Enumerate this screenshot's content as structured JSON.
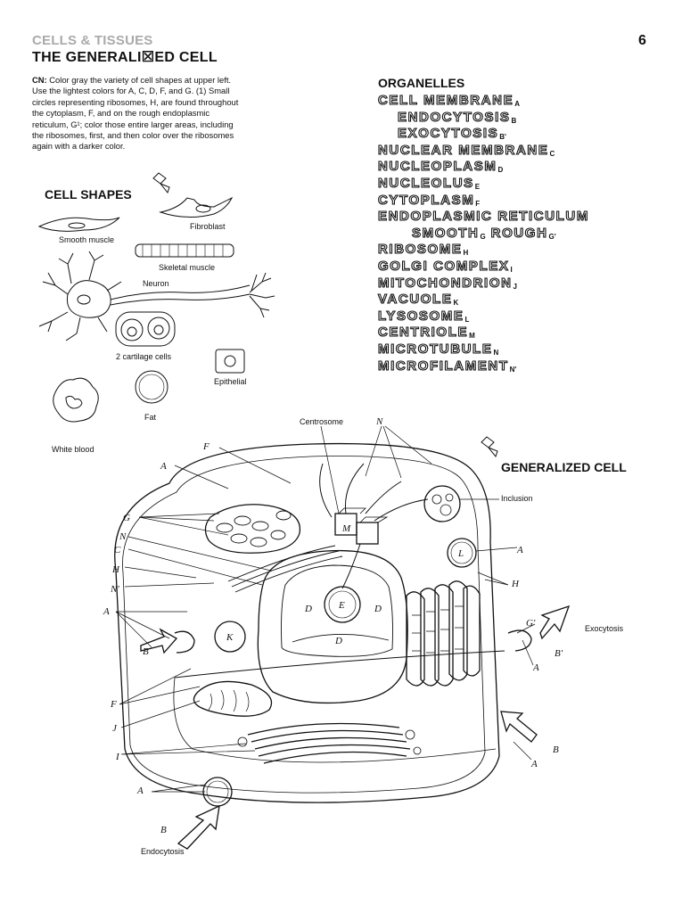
{
  "header": {
    "section": "CELLS & TISSUES",
    "title": "THE GENERALI☒ED CELL",
    "page_number": "6"
  },
  "cn_label": "CN:",
  "cn_text": " Color gray the variety of cell shapes at upper left. Use the lightest colors for A, C, D, F, and G. (1) Small circles representing ribosomes, H, are found throughout the cytoplasm, F, and on the rough endoplasmic reticulum, G¹; color those entire larger areas, including the ribosomes, first, and then color over the ribosomes again with a darker color.",
  "cell_shapes": {
    "heading": "CELL SHAPES",
    "captions": {
      "smooth_muscle": "Smooth muscle",
      "fibroblast": "Fibroblast",
      "skeletal_muscle": "Skeletal muscle",
      "neuron": "Neuron",
      "cartilage": "2 cartilage cells",
      "epithelial": "Epithelial",
      "white_blood": "White blood",
      "fat": "Fat"
    }
  },
  "organelles": {
    "heading": "ORGANELLES",
    "items": [
      {
        "name": "Cell membrane",
        "letter": "A",
        "indent": 0
      },
      {
        "name": "Endocytosis",
        "letter": "B",
        "indent": 1
      },
      {
        "name": "Exocytosis",
        "letter": "B'",
        "indent": 1
      },
      {
        "name": "Nuclear membrane",
        "letter": "C",
        "indent": 0
      },
      {
        "name": "Nucleoplasm",
        "letter": "D",
        "indent": 0
      },
      {
        "name": "Nucleolus",
        "letter": "E",
        "indent": 0
      },
      {
        "name": "Cytoplasm",
        "letter": "F",
        "indent": 0
      },
      {
        "name": "Endoplasmic reticulum",
        "letter": "",
        "indent": 0
      },
      {
        "name": "Smooth",
        "letter": "G",
        "name2": "Rough",
        "letter2": "G'",
        "indent": 2
      },
      {
        "name": "Ribosome",
        "letter": "H",
        "indent": 0
      },
      {
        "name": "Golgi complex",
        "letter": "I",
        "indent": 0
      },
      {
        "name": "Mitochondrion",
        "letter": "J",
        "indent": 0
      },
      {
        "name": "Vacuole",
        "letter": "K",
        "indent": 0
      },
      {
        "name": "Lysosome",
        "letter": "L",
        "indent": 0
      },
      {
        "name": "Centriole",
        "letter": "M",
        "indent": 0
      },
      {
        "name": "Microtubule",
        "letter": "N",
        "indent": 0
      },
      {
        "name": "Microfilament",
        "letter": "N'",
        "indent": 0
      }
    ]
  },
  "generalized_cell": {
    "heading": "GENERALIZED CELL",
    "labels": {
      "centrosome": "Centrosome",
      "inclusion": "Inclusion",
      "exocytosis": "Exocytosis",
      "endocytosis": "Endocytosis"
    },
    "letters": {
      "F_top": "F",
      "A_top": "A",
      "N_top": "N",
      "G": "G",
      "N": "N",
      "C": "C",
      "H": "H",
      "N_prime": "N'",
      "A_left": "A",
      "B_left": "B",
      "K": "K",
      "F_left": "F",
      "J": "J",
      "I": "I",
      "A_bottom": "A",
      "B_bottom": "B",
      "A_right": "A",
      "H_right": "H",
      "G_prime": "G'",
      "B_prime": "B'",
      "A_right2": "A",
      "B_right": "B",
      "A_right3": "A",
      "D1": "D",
      "D2": "D",
      "D3": "D",
      "E": "E",
      "L": "L",
      "M": "M"
    }
  }
}
